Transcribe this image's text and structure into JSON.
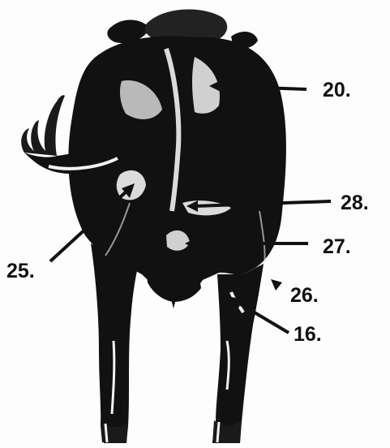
{
  "diagram": {
    "subject": "cow-rear-view",
    "labels": [
      {
        "id": "l20",
        "text": "20."
      },
      {
        "id": "l28",
        "text": "28."
      },
      {
        "id": "l27",
        "text": "27."
      },
      {
        "id": "l25",
        "text": "25."
      },
      {
        "id": "l26",
        "text": "26."
      },
      {
        "id": "l16",
        "text": "16."
      }
    ],
    "colors": {
      "ink": "#111111",
      "paper": "#fdfdfd",
      "highlight": "#f2f2f2"
    }
  }
}
